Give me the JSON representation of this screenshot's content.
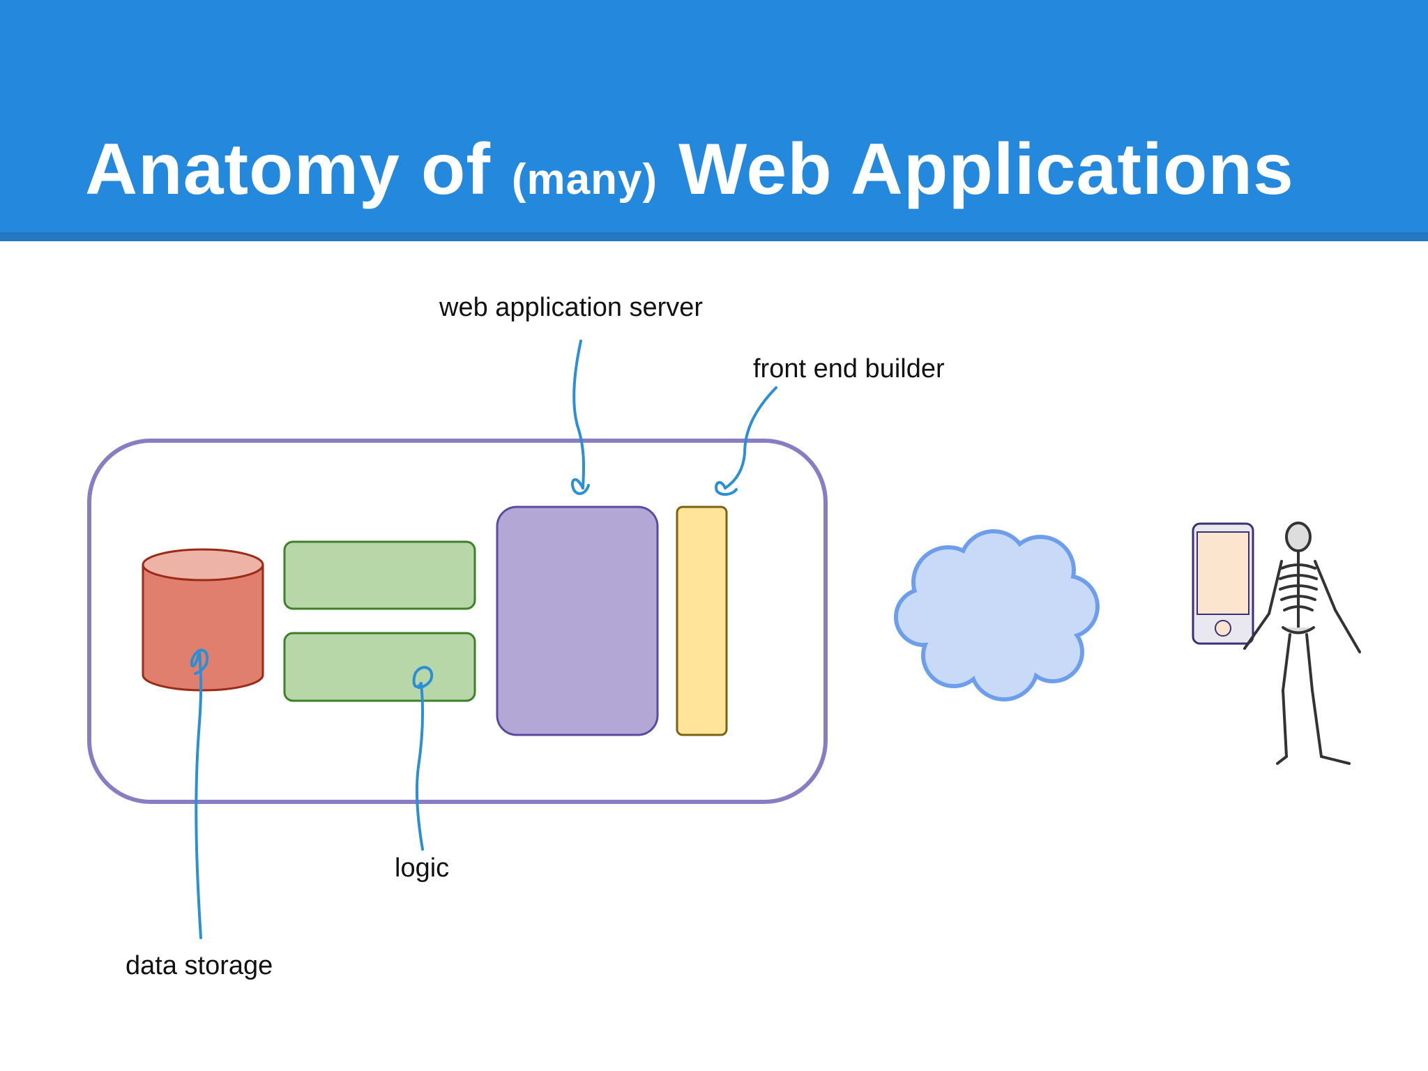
{
  "slide": {
    "title_part1": "Anatomy of",
    "title_part2": "(many)",
    "title_part3": "Web Applications"
  },
  "labels": {
    "web_application_server": "web application server",
    "front_end_builder": "front end builder",
    "logic": "logic",
    "data_storage": "data storage"
  },
  "icons": [
    "database-cylinder-icon",
    "cloud-icon",
    "mobile-phone-icon",
    "skeleton-figure-icon"
  ],
  "colors": {
    "header": "#2489dc",
    "container_border": "#8a7cc2",
    "database_fill": "#e07f6e",
    "logic_fill": "#b7d7a8",
    "server_fill": "#b3a7d6",
    "front_end_fill": "#ffe499",
    "cloud_fill": "#c9daf8",
    "arrow": "#2b8fd6"
  }
}
